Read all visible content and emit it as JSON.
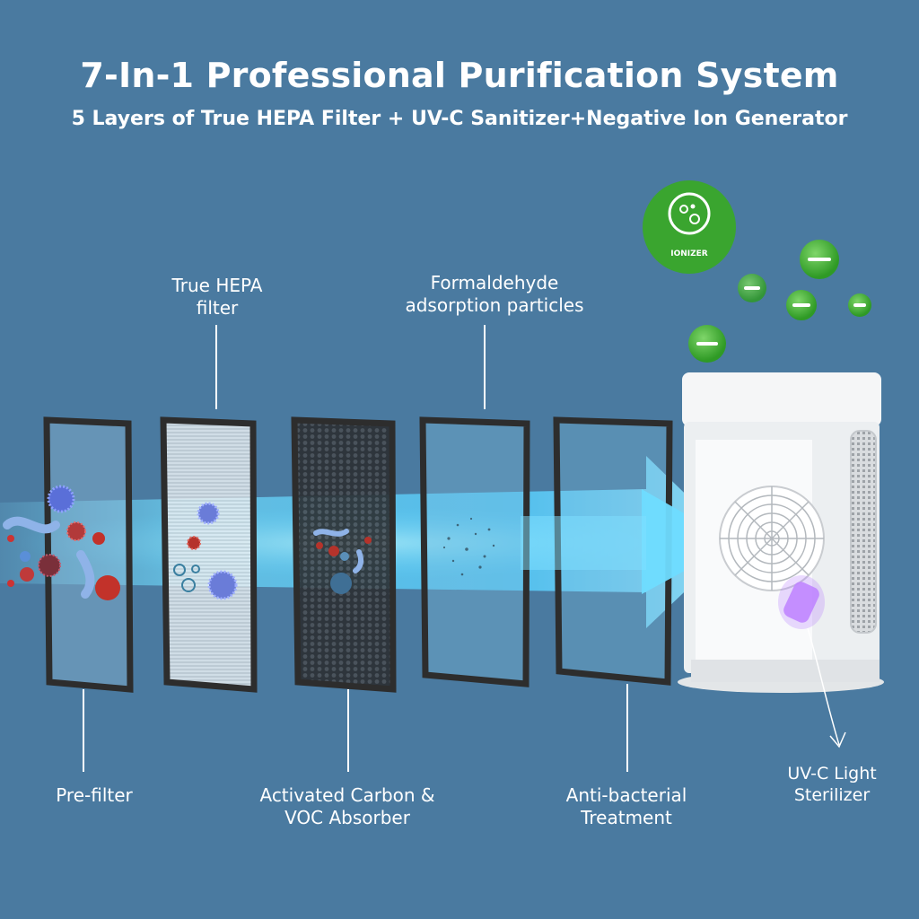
{
  "header": {
    "title": "7-In-1 Professional Purification System",
    "subtitle": "5 Layers of True HEPA Filter + UV-C Sanitizer+Negative Ion Generator"
  },
  "badge": {
    "text": "IONIZER"
  },
  "labels": {
    "true_hepa": [
      "True HEPA",
      "filter"
    ],
    "formaldehyde": [
      "Formaldehyde",
      "adsorption particles"
    ],
    "pre_filter": [
      "Pre-filter"
    ],
    "activated_carbon": [
      "Activated Carbon &",
      "VOC Absorber"
    ],
    "anti_bacterial": [
      "Anti-bacterial",
      "Treatment"
    ],
    "uvc": [
      "UV-C Light",
      "Sterilizer"
    ]
  },
  "colors": {
    "background": "#4a7aa0",
    "ionizer_green": "#3aa52f",
    "airflow_cyan": "#5fd6ff",
    "frame": "#2d2d2d",
    "uv_purple": "#b070ff"
  }
}
